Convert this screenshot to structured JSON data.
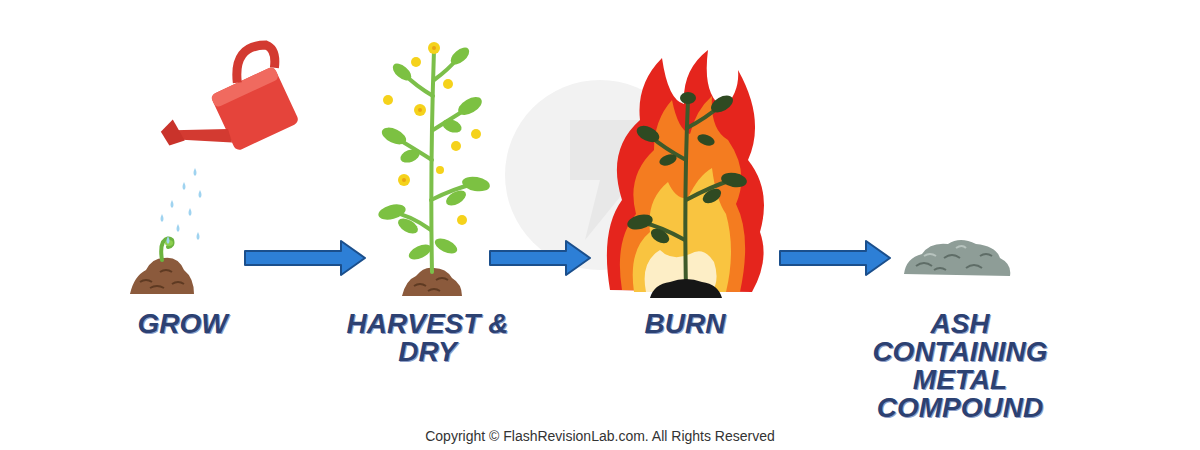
{
  "diagram": {
    "nodes": [
      {
        "text": [
          "GROW"
        ]
      },
      {
        "text": [
          "HARVEST & DRY"
        ]
      },
      {
        "text": [
          "BURN"
        ]
      },
      {
        "text": [
          "ASH CONTAINING METAL COMPOUND"
        ]
      }
    ],
    "edges": [
      {
        "from": 0,
        "to": 1,
        "arrow": "to"
      },
      {
        "from": 1,
        "to": 2,
        "arrow": "to"
      },
      {
        "from": 2,
        "to": 3,
        "arrow": "to"
      }
    ],
    "labels": [
      "Copyright © FlashRevisionLab.com. All Rights Reserved"
    ]
  }
}
